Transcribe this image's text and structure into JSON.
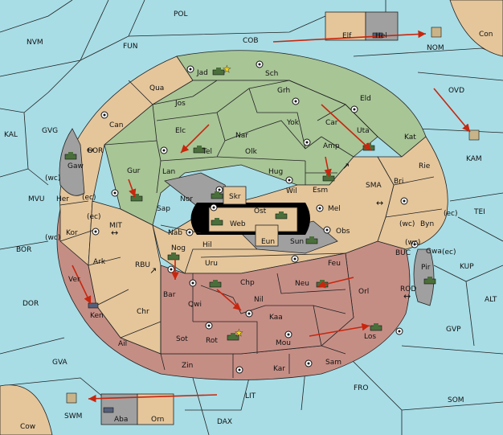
{
  "colors": {
    "sea": "#a8dde6",
    "green": "#a8c596",
    "tan": "#e5c69b",
    "red": "#c58e85",
    "grey": "#a0a0a0",
    "arrow": "#c8260e"
  },
  "sea_labels": {
    "POL": "POL",
    "NVM": "NVM",
    "FUN": "FUN",
    "COB": "COB",
    "CON": "Con",
    "OVD": "OVD",
    "KAL": "KAL",
    "GVG": "GVG",
    "MVU": "MVU",
    "BOR": "BOR",
    "DOR": "DOR",
    "GVA": "GVA",
    "LIT": "LIT",
    "DAX": "DAX",
    "FRO": "FRO",
    "SOM": "SOM",
    "GVP": "GVP",
    "ALT": "ALT",
    "KUP": "KUP",
    "TEI": "TEI",
    "SMA": "SMA",
    "MIT": "MIT",
    "RBU": "RBU",
    "GOR": "GOR",
    "BUC": "BUC",
    "ROD": "ROD",
    "COW": "Cow",
    "KAM": "KAM",
    "NOM": "NOM",
    "SWM": "SWM",
    "WC1": "(wc)",
    "EC1": "(ec)",
    "EC2": "(ec)",
    "WC2": "(wc)",
    "WC3": "(wc)",
    "EC3": "(ec)",
    "WC4": "(wc)",
    "EC4": "(ec)"
  },
  "land_labels": {
    "Jad": "Jad",
    "Sch": "Sch",
    "Qua": "Qua",
    "Jos": "Jos",
    "Grh": "Grh",
    "Eld": "Eld",
    "Can": "Can",
    "Elc": "Elc",
    "Nar": "Nar",
    "Yok": "Yok",
    "Car": "Car",
    "Uta": "Uta",
    "Kat": "Kat",
    "Tel": "Tel",
    "Olk": "Olk",
    "Amp": "Amp",
    "Gur": "Gur",
    "Lan": "Lan",
    "Hug": "Hug",
    "Rie": "Rie",
    "Gaw": "Gaw",
    "Her": "Her",
    "Nor": "Nor",
    "Skr": "Skr",
    "Wil": "Wil",
    "Esm": "Esm",
    "Bri": "Bri",
    "Sap": "Sap",
    "Web": "Web",
    "Ost": "Ost",
    "Mel": "Mel",
    "Byn": "Byn",
    "Kor": "Kor",
    "Nab": "Nab",
    "Eun": "Eun",
    "Sun": "Sun",
    "Obs": "Obs",
    "Gwa": "Gwa",
    "Hil": "Hil",
    "Nog": "Nog",
    "Uru": "Uru",
    "Feu": "Feu",
    "Ark": "Ark",
    "Pir": "Pir",
    "Chp": "Chp",
    "Neu": "Neu",
    "Orl": "Orl",
    "Ver": "Ver",
    "Bar": "Bar",
    "Qwi": "Qwi",
    "Nil": "Nil",
    "Ken": "Ken",
    "Chr": "Chr",
    "Kaa": "Kaa",
    "Rot": "Rot",
    "Los": "Los",
    "Ail": "Ail",
    "Sot": "Sot",
    "Mou": "Mou",
    "Zin": "Zin",
    "Kar": "Kar",
    "Sam": "Sam",
    "Elf": "Elf",
    "Hel": "Hel",
    "Aba": "Aba",
    "Orn": "Orn"
  }
}
